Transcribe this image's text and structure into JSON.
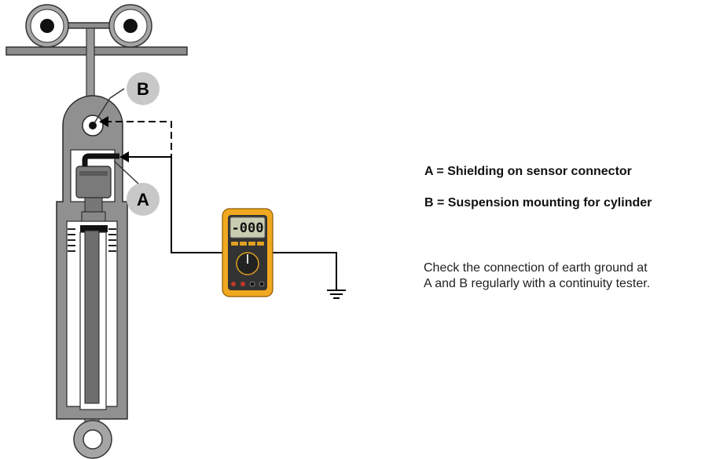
{
  "callouts": {
    "a": "A",
    "b": "B"
  },
  "legend": {
    "a_text": "A = Shielding on sensor connector",
    "b_text": "B = Suspension mounting for cylinder"
  },
  "note": {
    "line1": "Check the connection of earth ground at",
    "line2": "A and B regularly with a continuity tester."
  },
  "multimeter": {
    "display": "-000"
  },
  "colors": {
    "cylinder_body": "#909090",
    "cylinder_outline": "#2a2a2a",
    "rod": "#6e6e6e",
    "callout_circle": "#c8c8c8",
    "meter_case": "#f0a820",
    "meter_face": "#333333",
    "lcd": "#c9cdb0",
    "wire": "#000000"
  },
  "icons": [
    "pulley-wheel",
    "sensor-connector",
    "multimeter",
    "ground-symbol",
    "eye-mount"
  ]
}
